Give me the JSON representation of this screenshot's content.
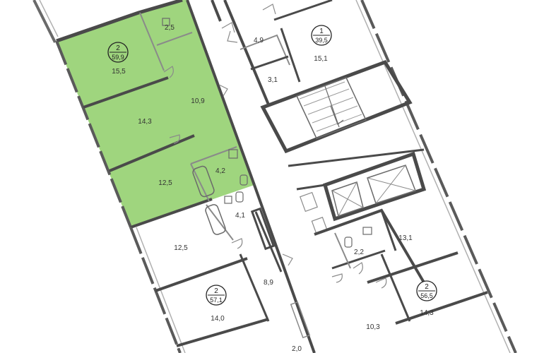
{
  "colors": {
    "highlight_fill": "#9fd57e",
    "wall": "#4a4a4a",
    "thin_wall": "#9a9a9a",
    "background": "#ffffff"
  },
  "apartments": [
    {
      "rooms": "2",
      "area": "59,9"
    },
    {
      "rooms": "1",
      "area": "39,5"
    },
    {
      "rooms": "2",
      "area": "57,1"
    },
    {
      "rooms": "2",
      "area": "56,5"
    }
  ],
  "rooms": [
    "2,5",
    "15,5",
    "10,9",
    "14,3",
    "4,2",
    "12,5",
    "4,9",
    "15,1",
    "3,1",
    "4,1",
    "12,5",
    "8,9",
    "14,0",
    "2,0",
    "13,1",
    "2,2",
    "10,3",
    "14,3"
  ]
}
